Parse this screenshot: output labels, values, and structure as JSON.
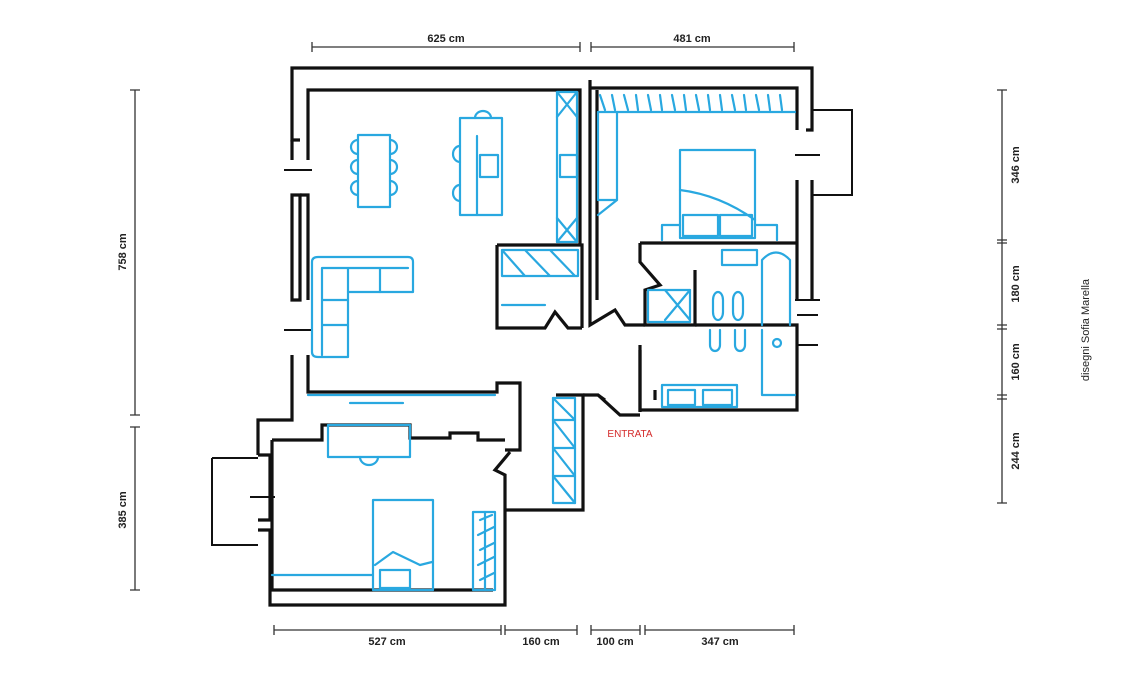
{
  "plan": {
    "entrance_label": "ENTRATA",
    "credit": "disegni Sofia Marella"
  },
  "dimensions": {
    "top": [
      "625 cm",
      "481 cm"
    ],
    "left": [
      "758 cm",
      "385 cm"
    ],
    "right": [
      "346 cm",
      "180 cm",
      "160 cm",
      "244 cm"
    ],
    "bottom": [
      "527 cm",
      "160 cm",
      "100 cm",
      "347 cm"
    ]
  },
  "colors": {
    "walls": "#111111",
    "furniture": "#29a8e0",
    "entrance": "#d42a2a"
  }
}
